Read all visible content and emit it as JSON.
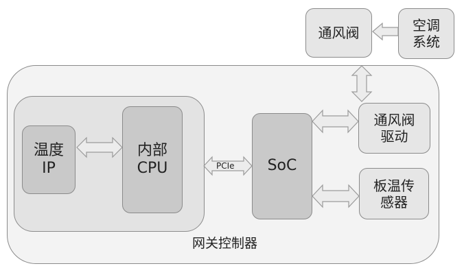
{
  "diagram": {
    "container_label": "网关控制器",
    "nodes": {
      "temp_ip": "温度\nIP",
      "cpu": "内部\nCPU",
      "soc": "SoC",
      "valve_driver": "通风阀\n驱动",
      "board_temp_sensor": "板温传\n感器",
      "vent_valve": "通风阀",
      "ac_system": "空调\n系统"
    },
    "edges": [
      {
        "from": "temp_ip",
        "to": "cpu",
        "type": "bidirectional"
      },
      {
        "from": "cpu",
        "to": "soc",
        "type": "bidirectional",
        "label": "PCIe"
      },
      {
        "from": "soc",
        "to": "valve_driver",
        "type": "bidirectional"
      },
      {
        "from": "soc",
        "to": "board_temp_sensor",
        "type": "bidirectional"
      },
      {
        "from": "valve_driver",
        "to": "vent_valve",
        "type": "bidirectional"
      },
      {
        "from": "ac_system",
        "to": "vent_valve",
        "type": "unidirectional"
      }
    ],
    "pcie_label": "PCIe"
  }
}
